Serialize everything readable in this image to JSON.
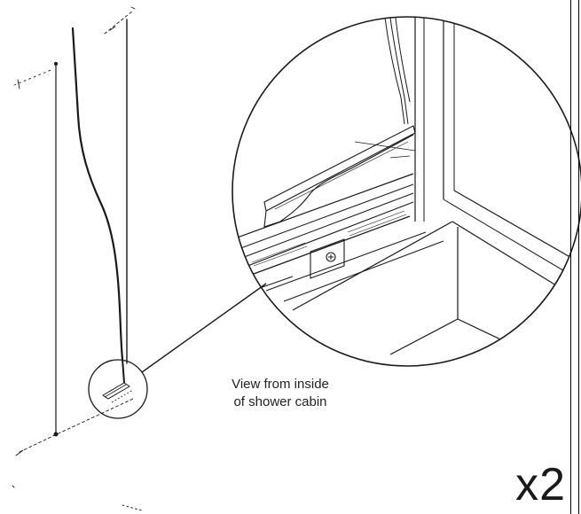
{
  "caption": {
    "line1": "View from inside",
    "line2": "of shower cabin"
  },
  "quantity_label": "x2",
  "colors": {
    "stroke": "#1a1a1a",
    "background": "#ffffff"
  }
}
